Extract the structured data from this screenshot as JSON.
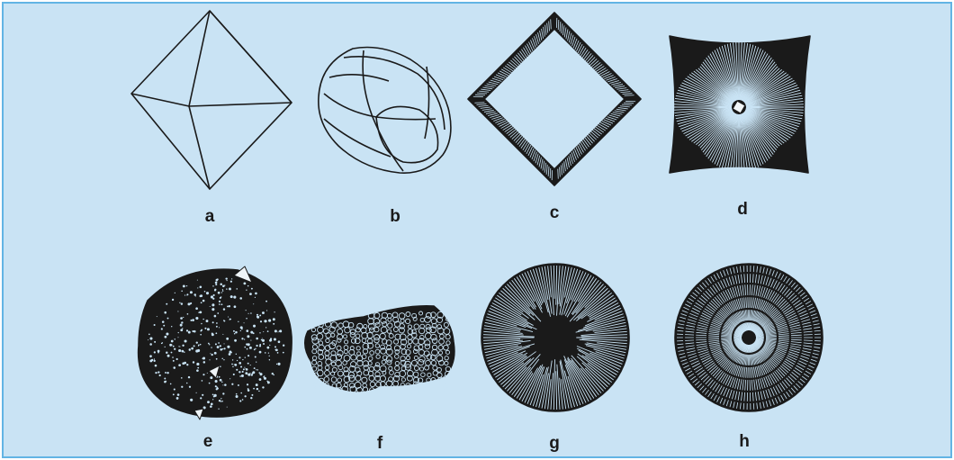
{
  "colors": {
    "background": "#c9e3f4",
    "frame_border": "#62b4e4",
    "ink": "#1a1a1a"
  },
  "panels": [
    {
      "label": "a",
      "shape": "octahedron-wireframe"
    },
    {
      "label": "b",
      "shape": "rounded-cube-octahedron-wireframe"
    },
    {
      "label": "c",
      "shape": "hatched-hollow-square"
    },
    {
      "label": "d",
      "shape": "fibrous-cuboid-with-core"
    },
    {
      "label": "e",
      "shape": "granular-round-aggregate"
    },
    {
      "label": "f",
      "shape": "granular-irregular-aggregate"
    },
    {
      "label": "g",
      "shape": "radial-fibrous-disc"
    },
    {
      "label": "h",
      "shape": "radial-concentric-disc"
    }
  ]
}
